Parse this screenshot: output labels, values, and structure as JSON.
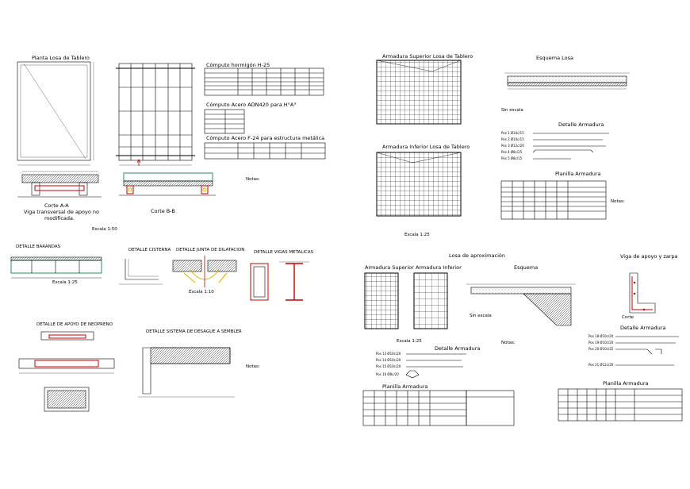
{
  "sheet": {
    "titles": {
      "planta_losa": "Planta Losa de Tablero",
      "corte_aa": "Corte A-A",
      "viga_transversal": "Viga transversal de apoyo no",
      "viga_transversal2": "modificada.",
      "corte_bb": "Corte B-B",
      "escala_top": "Escala 1:50",
      "computo_hormigon": "Cómputo hormigón H-25",
      "computo_acero": "Cómputo Acero ADN420 para H°A°",
      "computo_acero_f24": "Cómputo Acero F-24 para estructura metálica",
      "armadura_superior": "Armadura Superior Losa de Tablero",
      "armadura_inferior": "Armadura Inferior Losa de Tablero",
      "escala_mid": "Escala 1:25",
      "esquema_losa": "Esquema Losa",
      "sin_escala": "Sin escala",
      "detalle_armadura": "Detalle Armadura",
      "planilla_armadura": "Planilla Armadura",
      "detalle_barandas": "DETALLE BARANDAS",
      "escala_barandas": "Escala 1:25",
      "detalle_cisterna": "DETALLE CISTERNA",
      "detalle_junta": "DETALLE JUNTA DE DILATACION",
      "escala_junta": "Escala 1:10",
      "detalle_vigas": "DETALLE VIGAS METALICAS",
      "detalle_apoyo": "DETALLE DE APOYO DE NEOPRENO",
      "detalle_sistema": "DETALLE SISTEMA DE DESAGUE A SEMBLER",
      "losa_aproximacion": "Losa de aproximación",
      "arm_superior_small": "Armadura Superior",
      "arm_inferior_small": "Armadura Inferior",
      "esquema": "Esquema",
      "viga_apoyo": "Viga de apoyo y zarpa",
      "escala_bottom": "Escala 1:25",
      "detalle_armadura_b": "Detalle Armadura",
      "planilla_armadura_b": "Planilla Armadura",
      "detalle_armadura_c": "Detalle Armadura",
      "planilla_armadura_c": "Planilla Armadura",
      "corte": "Corte",
      "sin_escala_b": "Sin escala"
    },
    "notes_header": "Notas:",
    "bar_labels": [
      "Pos 1 Ø10c/15",
      "Pos 2 Ø10c/15",
      "Pos 3 Ø12c/20",
      "Pos 4 Ø8c/25",
      "Pos 5 Ø8c/15"
    ],
    "bar_labels_b": [
      "Pos 13 Ø10c/20",
      "Pos 14 Ø10c/20",
      "Pos 15 Ø10c/20",
      "Pos 16 Ø8c/20"
    ],
    "bar_labels_c": [
      "Pos 18 Ø10c/20",
      "Pos 19 Ø10c/20",
      "Pos 20 Ø10c/25",
      "Pos 21 Ø12c/20"
    ],
    "colors": {
      "line": "#000000",
      "red": "#c00000",
      "green": "#2e8b57",
      "yellow": "#e0b000"
    }
  }
}
